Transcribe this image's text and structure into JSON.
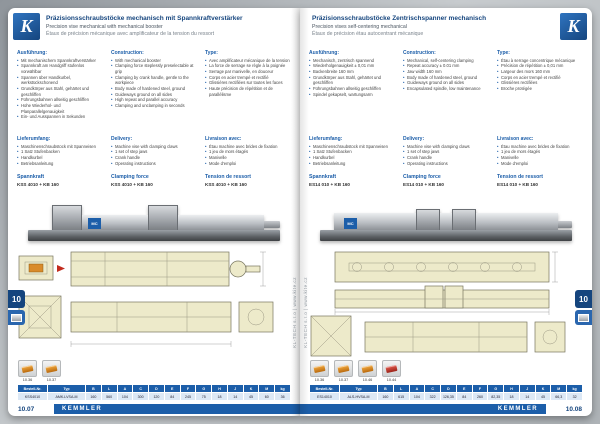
{
  "brand": {
    "name": "KEMMLER",
    "logo_letter": "K",
    "accent_color": "#1c5ea9"
  },
  "gutter_text": "KL-TECH s.r.o | www.kite.cz",
  "section_tab": "10",
  "pages": [
    {
      "page_number": "10.07",
      "title": {
        "de": "Präzisionsschraubstöcke mechanisch mit Spannkraftverstärker",
        "en": "Precision vise mechanical with mechanical booster",
        "fr": "Étaux de précision mécanique avec amplificateur de la tension du ressort"
      },
      "spec_columns": [
        {
          "heading": "Ausführung:",
          "items": [
            "Mit mechanischem Spannkraftverstärker",
            "Spannkraft am Handgriff stufenlos vorwählbar",
            "Spannen über Handkurbel, werkstückschonend",
            "Grundkörper aus Stahl, gehärtet und geschliffen",
            "Führungsbahnen allseitig geschliffen",
            "Hohe Wiederhol- und Planparallelgenauigkeit",
            "Ein- und Ausspannen in Sekunden"
          ]
        },
        {
          "heading": "Construction:",
          "items": [
            "With mechanical booster",
            "Clamping force steplessly preselectable at grip",
            "Clamping by crank handle, gentle to the workpiece",
            "Body made of hardened steel, ground",
            "Guideways ground on all sides",
            "High repeat and parallel accuracy",
            "Clamping and unclamping in seconds"
          ]
        },
        {
          "heading": "Type:",
          "items": [
            "Avec amplificateur mécanique de la tension",
            "La force de serrage se règle à la poignée",
            "Serrage par manivelle, en douceur",
            "Corps en acier trempé et rectifié",
            "Glissières rectifiées sur toutes les faces",
            "Haute précision de répétition et de parallélisme"
          ]
        }
      ],
      "delivery_columns": [
        {
          "heading": "Lieferumfang:",
          "items": [
            "Maschinenschraubstock mit Spanneisen",
            "1 Satz Stufenbacken",
            "Handkurbel",
            "Betriebsanleitung"
          ]
        },
        {
          "heading": "Delivery:",
          "items": [
            "Machine vise with clamping claws",
            "1 set of step jaws",
            "Crank handle",
            "Operating instructions"
          ]
        },
        {
          "heading": "Livraison avec:",
          "items": [
            "Étau machine avec brides de fixation",
            "1 jeu de mors étagés",
            "Manivelle",
            "Mode d'emploi"
          ]
        }
      ],
      "clamping_columns": [
        {
          "heading": "Spannkraft",
          "code": "KSS 4010 + KB 160"
        },
        {
          "heading": "Clamping force",
          "code": "KSS 4010 + KB 160"
        },
        {
          "heading": "Tension de ressort",
          "code": "KSS 4010 + KB 160"
        }
      ],
      "vise_label": "MC",
      "accessories": [
        {
          "label": "10.36"
        },
        {
          "label": "10.37"
        }
      ],
      "table": {
        "headers": [
          "Bestell-Nr.",
          "Typ",
          "B",
          "L",
          "A",
          "C",
          "D",
          "E",
          "F",
          "G",
          "H",
          "J",
          "K",
          "M",
          "kg"
        ],
        "rows": [
          [
            "KSS4010",
            "AMK-LVSA-M",
            "160",
            "560",
            "104",
            "300",
            "120",
            "84",
            "245",
            "75",
            "18",
            "14",
            "45",
            "60",
            "36"
          ]
        ]
      }
    },
    {
      "page_number": "10.08",
      "title": {
        "de": "Präzisionsschraubstöcke Zentrischspanner mechanisch",
        "en": "Precision vises self-centering mechanical",
        "fr": "Étaux de précision étau autocentrant mécanique"
      },
      "spec_columns": [
        {
          "heading": "Ausführung:",
          "items": [
            "Mechanisch, zentrisch spannend",
            "Wiederholgenauigkeit ± 0,01 mm",
            "Backenbreite 160 mm",
            "Grundkörper aus Stahl, gehärtet und geschliffen",
            "Führungsbahnen allseitig geschliffen",
            "Spindel gekapselt, wartungsarm"
          ]
        },
        {
          "heading": "Construction:",
          "items": [
            "Mechanical, self-centering clamping",
            "Repeat accuracy ± 0.01 mm",
            "Jaw width 160 mm",
            "Body made of hardened steel, ground",
            "Guideways ground on all sides",
            "Encapsulated spindle, low maintenance"
          ]
        },
        {
          "heading": "Type:",
          "items": [
            "Étau à serrage concentrique mécanique",
            "Précision de répétition ± 0,01 mm",
            "Largeur des mors 160 mm",
            "Corps en acier trempé et rectifié",
            "Glissières rectifiées",
            "Broche protégée"
          ]
        }
      ],
      "delivery_columns": [
        {
          "heading": "Lieferumfang:",
          "items": [
            "Maschinenschraubstock mit Spanneisen",
            "1 Satz Stufenbacken",
            "Handkurbel",
            "Betriebsanleitung"
          ]
        },
        {
          "heading": "Delivery:",
          "items": [
            "Machine vise with clamping claws",
            "1 set of step jaws",
            "Crank handle",
            "Operating instructions"
          ]
        },
        {
          "heading": "Livraison avec:",
          "items": [
            "Étau machine avec brides de fixation",
            "1 jeu de mors étagés",
            "Manivelle",
            "Mode d'emploi"
          ]
        }
      ],
      "clamping_columns": [
        {
          "heading": "Spannkraft",
          "code": "ES14 010 + KB 160"
        },
        {
          "heading": "Clamping force",
          "code": "ES14 010 + KB 160"
        },
        {
          "heading": "Tension de ressort",
          "code": "ES14 010 + KB 160"
        }
      ],
      "vise_label": "MC",
      "accessories": [
        {
          "label": "10.36"
        },
        {
          "label": "10.37"
        },
        {
          "label": "10.46"
        },
        {
          "label": "10.44"
        }
      ],
      "table": {
        "headers": [
          "Bestell-Nr.",
          "Typ",
          "B",
          "L",
          "A",
          "C",
          "D",
          "E",
          "F",
          "G",
          "H",
          "J",
          "K",
          "M",
          "kg"
        ],
        "rows": [
          [
            "ES14010",
            "ALS-HVSA-M",
            "160",
            "615",
            "104",
            "322",
            "126,35",
            "84",
            "260",
            "82,35",
            "18",
            "14",
            "45",
            "66,3",
            "32"
          ]
        ]
      }
    }
  ]
}
